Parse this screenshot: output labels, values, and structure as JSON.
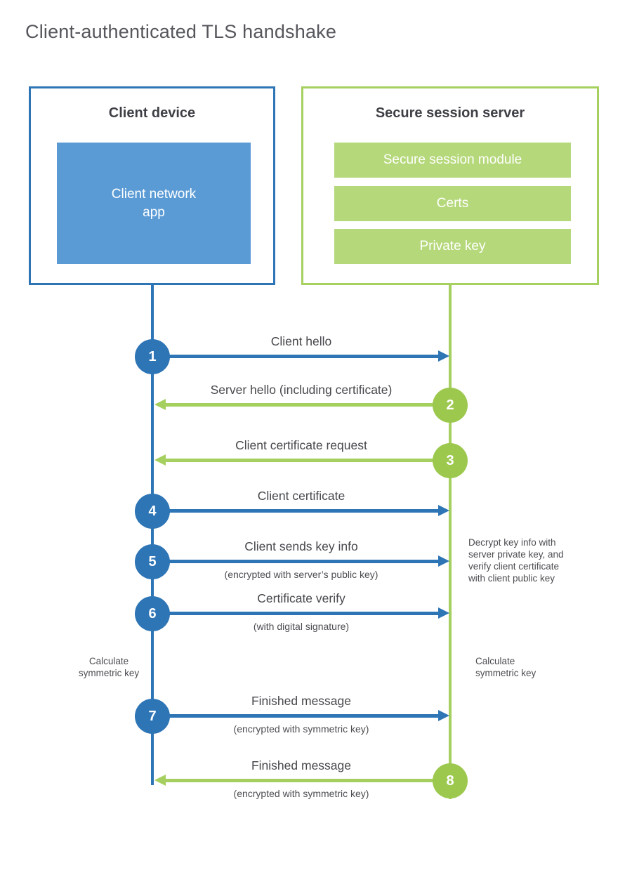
{
  "title": "Client-authenticated TLS handshake",
  "colors": {
    "client_blue": "#2e75b6",
    "client_fill_blue": "#5b9bd5",
    "server_green_line": "#a5cf5f",
    "server_green_circle": "#9cc84d",
    "server_green_fill": "#b5d87a",
    "text_dark": "#3e4045",
    "text_label": "#47484d"
  },
  "client": {
    "title": "Client device",
    "app_label": "Client network\napp"
  },
  "server": {
    "title": "Secure session server",
    "modules": [
      "Secure session module",
      "Certs",
      "Private key"
    ]
  },
  "messages": [
    {
      "num": "1",
      "from": "client",
      "to": "server",
      "label": "Client hello",
      "sublabel": ""
    },
    {
      "num": "2",
      "from": "server",
      "to": "client",
      "label": "Server hello (including certificate)",
      "sublabel": ""
    },
    {
      "num": "3",
      "from": "server",
      "to": "client",
      "label": "Client certificate request",
      "sublabel": ""
    },
    {
      "num": "4",
      "from": "client",
      "to": "server",
      "label": "Client certificate",
      "sublabel": ""
    },
    {
      "num": "5",
      "from": "client",
      "to": "server",
      "label": "Client sends key info",
      "sublabel": "(encrypted with server’s public key)"
    },
    {
      "num": "6",
      "from": "client",
      "to": "server",
      "label": "Certificate verify",
      "sublabel": "(with digital signature)"
    },
    {
      "num": "7",
      "from": "client",
      "to": "server",
      "label": "Finished message",
      "sublabel": "(encrypted with symmetric key)"
    },
    {
      "num": "8",
      "from": "server",
      "to": "client",
      "label": "Finished message",
      "sublabel": "(encrypted with symmetric key)"
    }
  ],
  "annotations": {
    "decrypt_note": "Decrypt key info with\nserver private key, and\nverify client certificate\nwith client public key",
    "calc_left": "Calculate\nsymmetric key",
    "calc_right": "Calculate\nsymmetric key"
  }
}
